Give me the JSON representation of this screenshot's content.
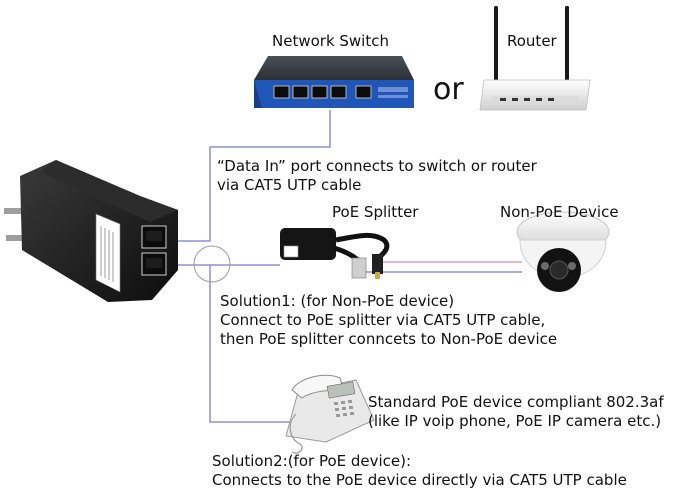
{
  "labels": {
    "network_switch": "Network Switch",
    "router": "Router",
    "or": "or",
    "data_in_line1": "“Data In” port connects to switch or router",
    "data_in_line2": "via CAT5 UTP cable",
    "poe_splitter": "PoE Splitter",
    "non_poe_device": "Non-PoE Device",
    "solution1_line1": "Solution1: (for Non-PoE device)",
    "solution1_line2": "Connect to PoE splitter via CAT5 UTP cable,",
    "solution1_line3": "then PoE splitter conncets to Non-PoE device",
    "standard_line1": "Standard PoE device compliant 802.3af",
    "standard_line2": "(like IP voip phone, PoE IP camera etc.)",
    "solution2_line1": "Solution2:(for PoE device):",
    "solution2_line2": "Connects to the PoE device directly via CAT5 UTP cable"
  },
  "colors": {
    "cable_data": "#8f8fd8",
    "cable_power": "#d8a0c8",
    "switch_blue": "#1f56b8",
    "injector_black": "#151515"
  }
}
